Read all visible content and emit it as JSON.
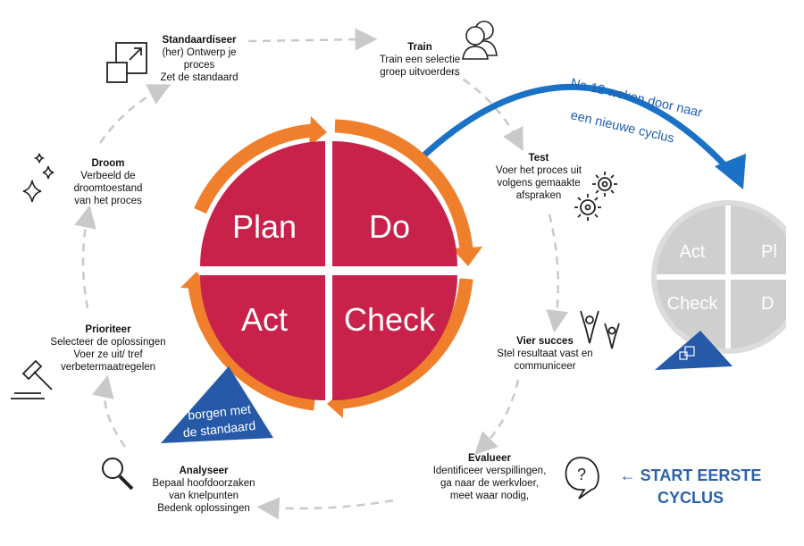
{
  "cycle": {
    "quadrants": {
      "plan": "Plan",
      "do": "Do",
      "check": "Check",
      "act": "Act"
    },
    "borgen_label_line1": "borgen met",
    "borgen_label_line2": "de standaard"
  },
  "steps": {
    "standaardiseer": {
      "title": "Standaardiseer",
      "desc": "(her) Ontwerp je\nproces\nZet de standaard",
      "icon": "standard-icon"
    },
    "train": {
      "title": "Train",
      "desc": "Train een selectie\ngroep uitvoerders",
      "icon": "people-icon"
    },
    "test": {
      "title": "Test",
      "desc": "Voer het proces uit\nvolgens gemaakte\nafspraken",
      "icon": "gears-icon"
    },
    "vier_succes": {
      "title": "Vier succes",
      "desc": "Stel resultaat vast en\ncommuniceer",
      "icon": "celebrate-icon"
    },
    "evalueer": {
      "title": "Evalueer",
      "desc": "Identificeer verspillingen,\nga naar de werkvloer,\nmeet waar nodig,",
      "icon": "question-icon"
    },
    "analyseer": {
      "title": "Analyseer",
      "desc": "Bepaal hoofdoorzaken\nvan knelpunten\nBedenk oplossingen",
      "icon": "magnifier-icon"
    },
    "prioriteer": {
      "title": "Prioriteer",
      "desc": "Selecteer de oplossingen\nVoer ze uit/ tref\nverbetermaatregelen",
      "icon": "gavel-icon"
    },
    "droom": {
      "title": "Droom",
      "desc": "Verbeeld de\ndroomtoestand\nvan het proces",
      "icon": "sparkle-icon"
    }
  },
  "next_cycle": {
    "line1": "Na 12 weken door naar",
    "line2": "een nieuwe cyclus",
    "quadrants": {
      "act": "Act",
      "plan": "Pl",
      "check": "Check",
      "do": "D"
    }
  },
  "start": {
    "arrow": "←",
    "line1": "START EERSTE",
    "line2": "CYCLUS"
  },
  "colors": {
    "crimson": "#c8224b",
    "orange": "#f07f2c",
    "blue": "#1a72c7",
    "navy": "#2659a8",
    "grey_wheel": "#cfcfcf",
    "dash": "#c9c9c9"
  }
}
